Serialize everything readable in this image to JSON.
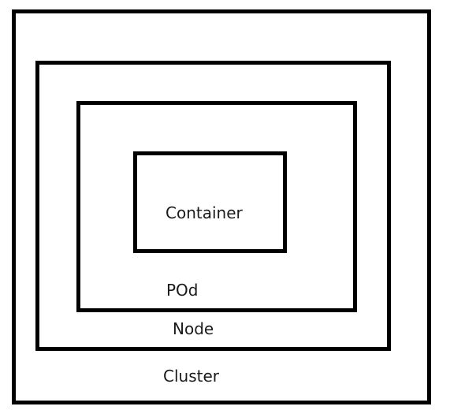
{
  "diagram": {
    "labels": {
      "container": "Container",
      "pod": "POd",
      "node": "Node",
      "cluster": "Cluster"
    },
    "colors": {
      "border": "#000000",
      "background": "#ffffff",
      "text": "#1a1a1a"
    }
  }
}
